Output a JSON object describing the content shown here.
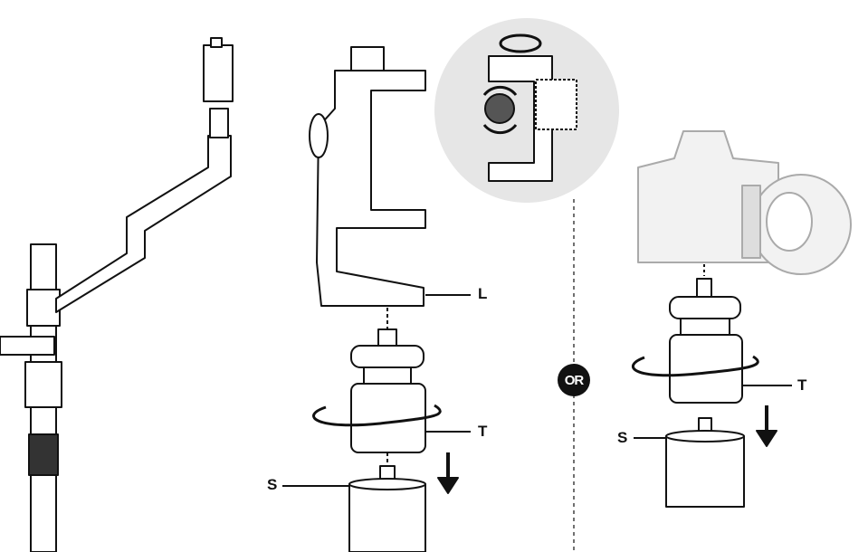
{
  "labels": {
    "holder_label": "L",
    "ballhead_label_center": "T",
    "stud_label_center": "S",
    "ballhead_label_right": "T",
    "stud_label_right": "S"
  },
  "separator_text": "OR",
  "colors": {
    "line": "#111111",
    "inset_bg": "#e6e6e6",
    "camera": "#bbbbbb",
    "knob": "#555555"
  }
}
